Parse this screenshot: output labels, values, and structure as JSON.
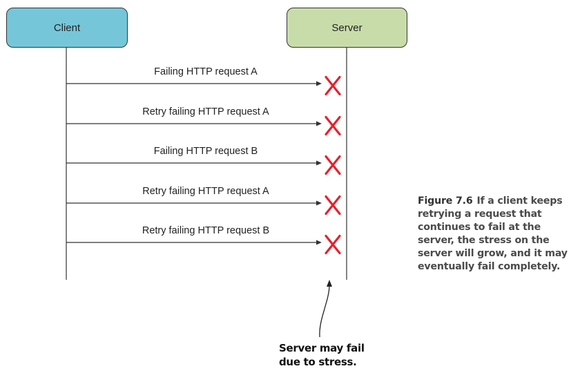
{
  "actors": {
    "client": "Client",
    "server": "Server"
  },
  "messages": [
    {
      "label": "Failing HTTP request A",
      "failed": true
    },
    {
      "label": "Retry failing HTTP request A",
      "failed": true
    },
    {
      "label": "Failing HTTP request B",
      "failed": true
    },
    {
      "label": "Retry failing HTTP request A",
      "failed": true
    },
    {
      "label": "Retry failing HTTP request B",
      "failed": true
    }
  ],
  "annotation": {
    "line1": "Server may fail",
    "line2": "due to stress."
  },
  "caption": {
    "figure": "Figure 7.6",
    "text": "If a client keeps retrying a request that continues to fail at the server, the stress on the server will grow, and it may eventually fail completely."
  },
  "colors": {
    "client_fill": "#76c6da",
    "server_fill": "#c8dcaa",
    "fail_mark": "#e8202a"
  },
  "icons": [
    "fail-x-icon",
    "arrow-up-icon"
  ]
}
